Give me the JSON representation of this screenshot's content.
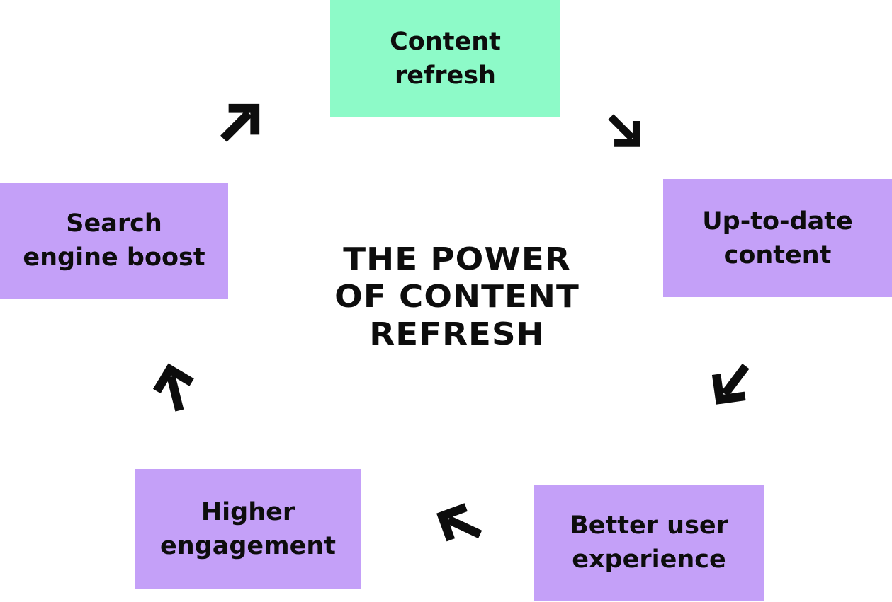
{
  "title": {
    "text": "THE POWER OF CONTENT REFRESH",
    "lines": [
      "THE POWER",
      "OF CONTENT",
      "REFRESH"
    ]
  },
  "colors": {
    "background": "#ffffff",
    "mint": "#8dfac8",
    "purple": "#c4a0f8",
    "text": "#0d0d0d",
    "arrow": "#0d0d0d"
  },
  "nodes": [
    {
      "name": "content-refresh",
      "label": "Content refresh",
      "lines": [
        "Content",
        "refresh"
      ]
    },
    {
      "name": "up-to-date-content",
      "label": "Up-to-date content",
      "lines": [
        "Up-to-date",
        "content"
      ]
    },
    {
      "name": "better-user-experience",
      "label": "Better user experience",
      "lines": [
        "Better user",
        "experience"
      ]
    },
    {
      "name": "higher-engagement",
      "label": "Higher engagement",
      "lines": [
        "Higher",
        "engagement"
      ]
    },
    {
      "name": "search-engine-boost",
      "label": "Search engine boost",
      "lines": [
        "Search",
        "engine boost"
      ]
    }
  ],
  "arrows": [
    {
      "name": "search-to-content",
      "from": "search-engine-boost",
      "to": "content-refresh",
      "direction": "up-right"
    },
    {
      "name": "content-to-uptodate",
      "from": "content-refresh",
      "to": "up-to-date-content",
      "direction": "down-right"
    },
    {
      "name": "uptodate-to-better-ux",
      "from": "up-to-date-content",
      "to": "better-user-experience",
      "direction": "down-left"
    },
    {
      "name": "better-ux-to-engagement",
      "from": "better-user-experience",
      "to": "higher-engagement",
      "direction": "left-up"
    },
    {
      "name": "engagement-to-search",
      "from": "higher-engagement",
      "to": "search-engine-boost",
      "direction": "up"
    }
  ]
}
